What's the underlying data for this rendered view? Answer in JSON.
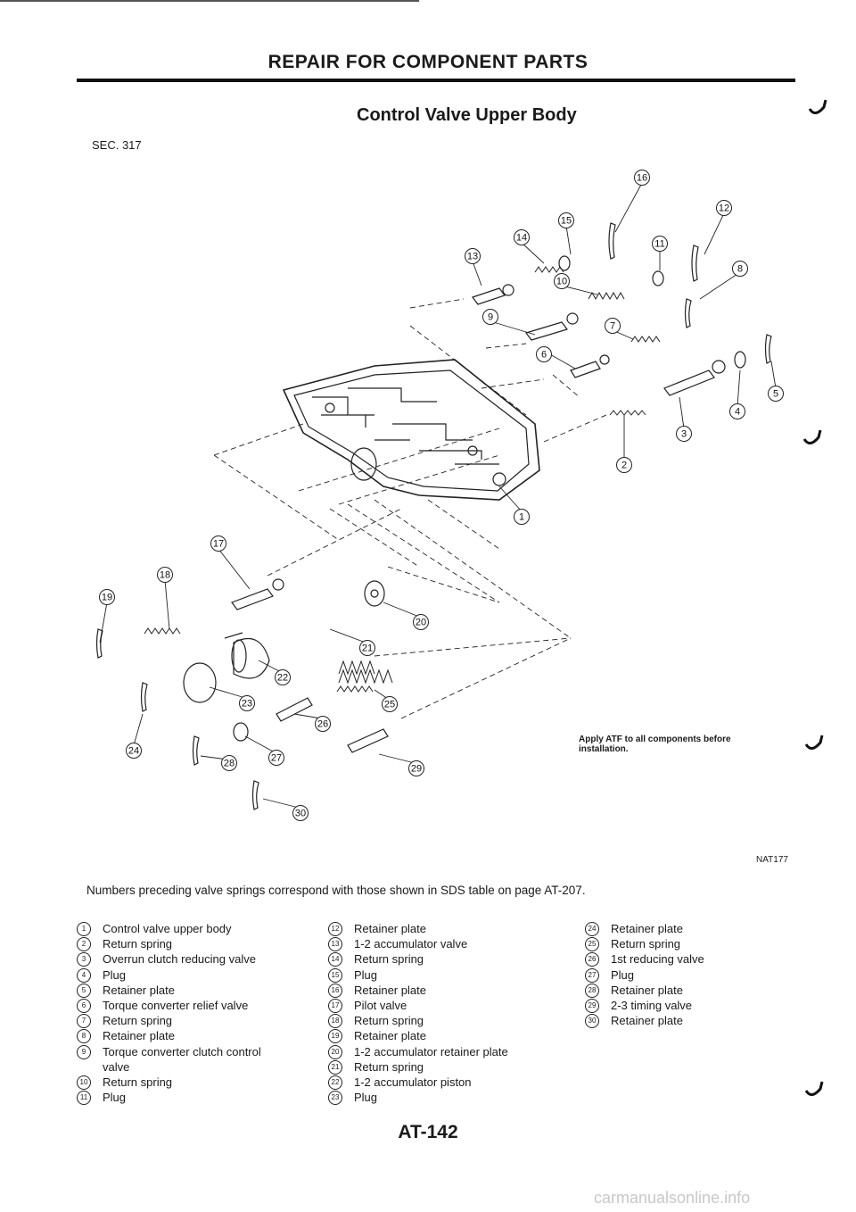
{
  "header": {
    "section_title": "REPAIR FOR COMPONENT PARTS",
    "subtitle": "Control Valve Upper Body",
    "sec": "SEC. 317"
  },
  "diagram": {
    "callouts": [
      "1",
      "2",
      "3",
      "4",
      "5",
      "6",
      "7",
      "8",
      "9",
      "10",
      "11",
      "12",
      "13",
      "14",
      "15",
      "16",
      "17",
      "18",
      "19",
      "20",
      "21",
      "22",
      "23",
      "24",
      "25",
      "26",
      "27",
      "28",
      "29",
      "30"
    ],
    "note_line1": "Apply ATF to all components before",
    "note_line2": "installation.",
    "figure_id": "NAT177"
  },
  "note": "Numbers preceding valve springs correspond with those shown in SDS table on page AT-207.",
  "legend": {
    "col1": [
      {
        "num": "1",
        "text": "Control valve upper body"
      },
      {
        "num": "2",
        "text": "Return spring"
      },
      {
        "num": "3",
        "text": "Overrun clutch reducing valve"
      },
      {
        "num": "4",
        "text": "Plug"
      },
      {
        "num": "5",
        "text": "Retainer plate"
      },
      {
        "num": "6",
        "text": "Torque converter relief valve"
      },
      {
        "num": "7",
        "text": "Return spring"
      },
      {
        "num": "8",
        "text": "Retainer plate"
      },
      {
        "num": "9",
        "text": "Torque converter clutch control valve"
      },
      {
        "num": "10",
        "text": "Return spring"
      },
      {
        "num": "11",
        "text": "Plug"
      }
    ],
    "col2": [
      {
        "num": "12",
        "text": "Retainer plate"
      },
      {
        "num": "13",
        "text": "1-2 accumulator valve"
      },
      {
        "num": "14",
        "text": "Return spring"
      },
      {
        "num": "15",
        "text": "Plug"
      },
      {
        "num": "16",
        "text": "Retainer plate"
      },
      {
        "num": "17",
        "text": "Pilot valve"
      },
      {
        "num": "18",
        "text": "Return spring"
      },
      {
        "num": "19",
        "text": "Retainer plate"
      },
      {
        "num": "20",
        "text": "1-2 accumulator retainer plate"
      },
      {
        "num": "21",
        "text": "Return spring"
      },
      {
        "num": "22",
        "text": "1-2 accumulator piston"
      },
      {
        "num": "23",
        "text": "Plug"
      }
    ],
    "col3": [
      {
        "num": "24",
        "text": "Retainer plate"
      },
      {
        "num": "25",
        "text": "Return spring"
      },
      {
        "num": "26",
        "text": "1st reducing valve"
      },
      {
        "num": "27",
        "text": "Plug"
      },
      {
        "num": "28",
        "text": "Retainer plate"
      },
      {
        "num": "29",
        "text": "2-3 timing valve"
      },
      {
        "num": "30",
        "text": "Retainer plate"
      }
    ]
  },
  "page_number": "AT-142",
  "watermark": "carmanualsonline.info"
}
